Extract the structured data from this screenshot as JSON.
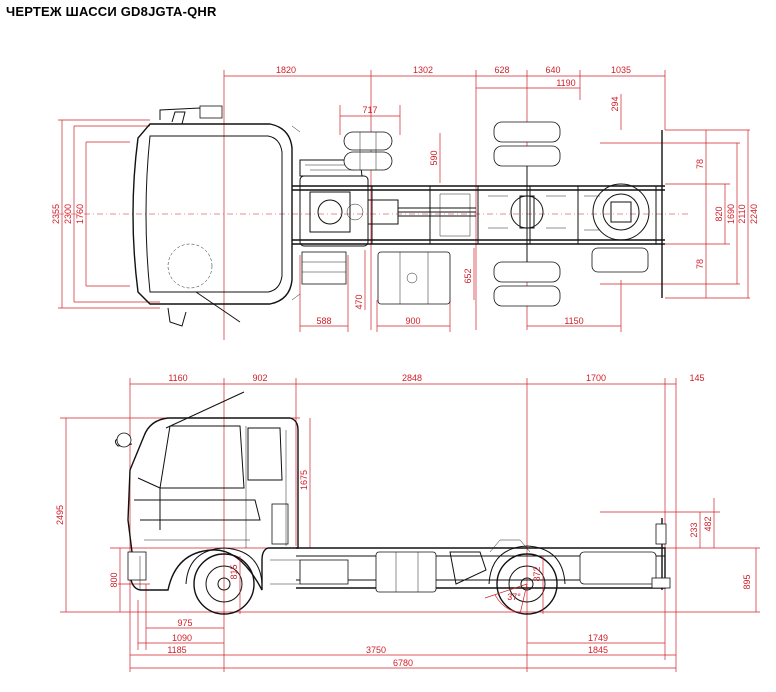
{
  "title": "ЧЕРТЕЖ ШАССИ GD8JGTA-QHR",
  "top_view": {
    "top_dims": [
      "1820",
      "1302",
      "628",
      "640",
      "1035"
    ],
    "dim_1190": "1190",
    "dim_717": "717",
    "dim_590": "590",
    "dim_294": "294",
    "left_dims": [
      "2355",
      "2300",
      "1760"
    ],
    "right_dims": [
      "78",
      "820",
      "1690",
      "2110",
      "2240",
      "78"
    ],
    "bottom_dims": [
      "588",
      "470",
      "900",
      "652",
      "1150"
    ]
  },
  "side_view": {
    "top_dims": [
      "1160",
      "902",
      "2848",
      "1700",
      "145"
    ],
    "height_dims": [
      "2495",
      "1675",
      "233",
      "482",
      "800",
      "895"
    ],
    "wheel_dims": [
      "815",
      "872",
      "37°"
    ],
    "bottom_dims": [
      "975",
      "1090",
      "1185",
      "3750",
      "1749",
      "1845",
      "6780"
    ]
  }
}
